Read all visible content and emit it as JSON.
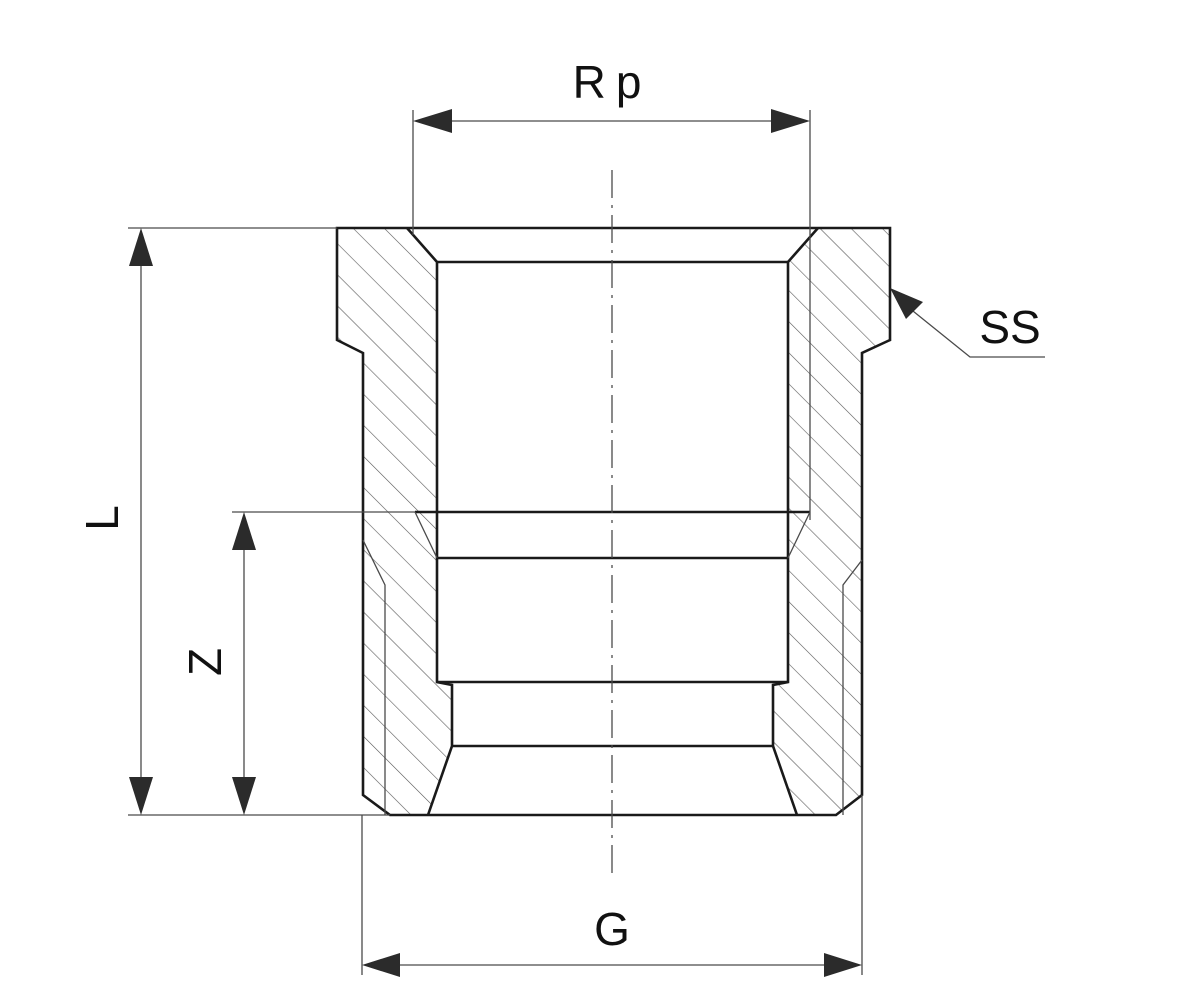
{
  "labels": {
    "rp": "Rp",
    "ss": "SS",
    "l": "L",
    "z": "Z",
    "g": "G"
  },
  "colors": {
    "line": "#1a1a1a",
    "hatch": "#5a5a5a",
    "background": "#ffffff"
  }
}
